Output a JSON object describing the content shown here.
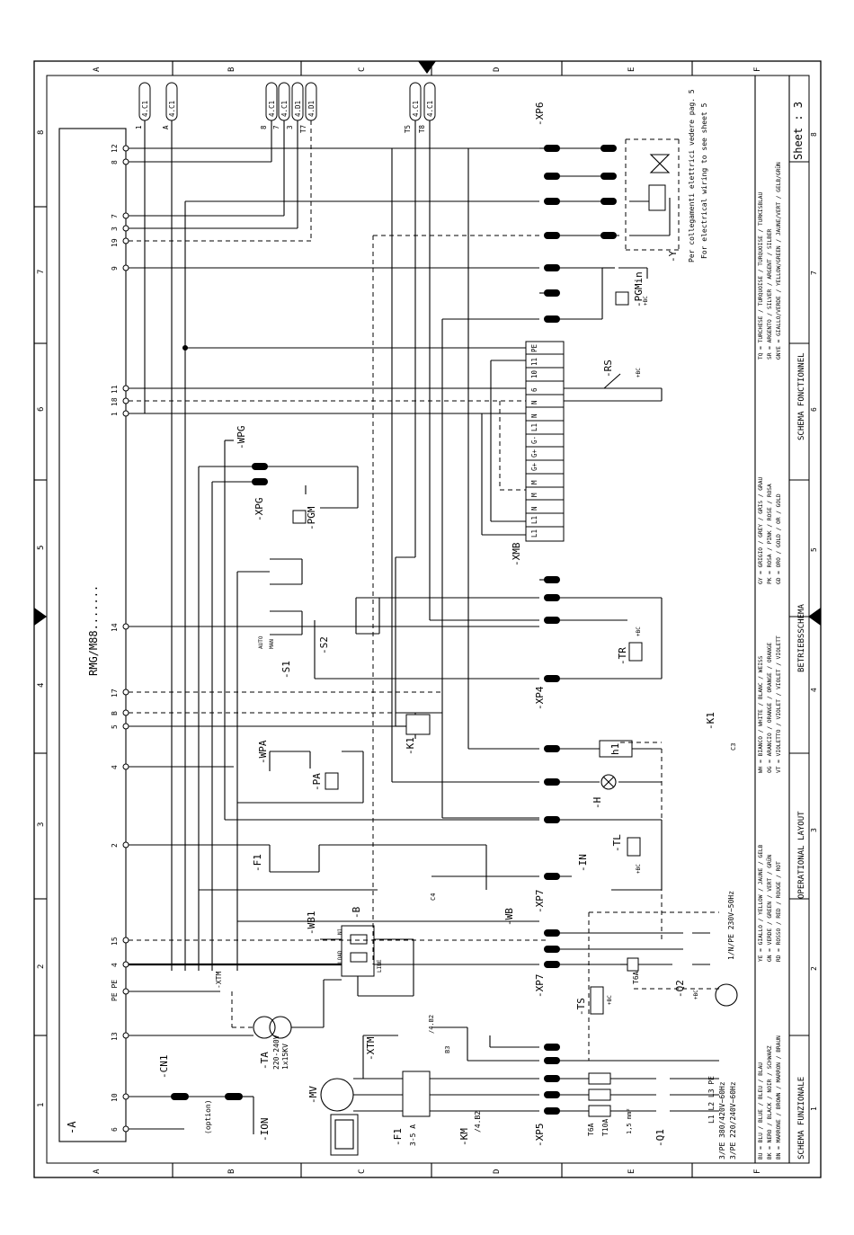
{
  "grid": {
    "columns_top": [
      "A",
      "B",
      "C",
      "D",
      "E",
      "F"
    ],
    "rows_side": [
      "8",
      "7",
      "6",
      "5",
      "4",
      "3",
      "2",
      "1"
    ]
  },
  "title_block": {
    "sheet": "Sheet : 3",
    "titles": [
      "SCHEMA FUNZIONALE",
      "OPERATIONAL LAYOUT",
      "BETRIEBSSCHEMA",
      "SCHEMA FONCTIONNEL"
    ],
    "col_numbers": [
      "1",
      "2",
      "3",
      "4",
      "5",
      "6",
      "7",
      "8"
    ]
  },
  "color_legend": [
    [
      "BU = BLU / BLUE / BLEU / BLAU",
      "BK = NERO / BLACK / NOIR / SCHWARZ",
      "BN = MARRONE / BROWN / MARRON / BRAUN"
    ],
    [
      "YE = GIALLO / YELLOW / JAUNE / GELB",
      "GN = VERDE / GREEN / VERT / GRÜN",
      "RD = ROSSO / RED / ROUGE / ROT"
    ],
    [
      "WH = BIANCO / WHITE / BLANC / WEISS",
      "OG = ARANCIO / ORANGE / ORANGE / ORANGE",
      "VT = VIOLETTO / VIOLET / VIOLET / VIOLETT"
    ],
    [
      "GY = GRIGIO / GREY / GRIS / GRAU",
      "PK = ROSA / PINK / ROSE / ROSA",
      "GD = ORO / GOLD / OR / GOLD"
    ],
    [
      "TQ = TURCHESE / TURQUOISE / TURQUOISE / TURKISBLAU",
      "SR = ARGENTO / SILVER / ARGENT / SILBER",
      "GNYE = GIALLO/VERDE / YELLOW/GREEN / JAUNE/VERT / GELB/GRÜN"
    ]
  ],
  "controller": {
    "name": "RMG/M88.......",
    "ref": "-A",
    "terminals": [
      "12",
      "8",
      "7",
      "3",
      "19",
      "9",
      "11",
      "18",
      "1",
      "14",
      "17",
      "B",
      "5",
      "4",
      "2",
      "15",
      "4",
      "PE PE",
      "13",
      "10",
      "6"
    ]
  },
  "connectors_top": [
    "4.C1",
    "4.C1",
    "4.C1",
    "4.C1",
    "4.D1",
    "4.D1",
    "4.C1",
    "4.C1"
  ],
  "connector_prefixes": [
    "1",
    "A",
    "8",
    "7",
    "3",
    "T7",
    "T5",
    "T8"
  ],
  "labels": {
    "xp6": "-XP6",
    "y": "-Y",
    "y_note_it": "Per collegamenti elettrici vedere pag. 5",
    "y_note_en": "For electrical wiring to see sheet 5",
    "pgmin": "-PGMin",
    "rs": "-RS",
    "xmb": "-XMB",
    "wpg": "-WPG",
    "xpg": "-XPG",
    "pgm": "-PGM",
    "s1": "-S1",
    "s2": "-S2",
    "tr": "-TR",
    "xp4": "-XP4",
    "k1": "-K1",
    "wpa": "-WPA",
    "pa": "-PA",
    "h": "-H",
    "h1": "h1",
    "f1a": "-F1",
    "tl": "-TL",
    "in": "-IN",
    "xp7": "-XP7",
    "wb1": "-WB1",
    "wb": "-WB",
    "b": "-B",
    "xtm": "-XTM",
    "ts": "-TS",
    "q2": "-Q2",
    "ta": "-TA",
    "ta_spec1": "220-240V",
    "ta_spec2": "1x15KV",
    "cn1": "-CN1",
    "ion": "-ION",
    "option": "(option)",
    "mv": "-MV",
    "f1": "-F1",
    "f1_rating": "3-5 A",
    "km": "-KM",
    "km_ref": "/4.B2",
    "xp5": "-XP5",
    "q1": "-Q1",
    "t6a": "T6A",
    "t10a": "T10A",
    "wire_size": "1,5 mm²",
    "supply1": "1/N/PE 230V~50Hz",
    "supply2": "3/PE 380/420V~60Hz",
    "supply3": "3/PE 220/240V~60Hz",
    "l123": "L1 L2 L3 PE",
    "auto": "AUTO",
    "man": "MAN",
    "bc": "+BC",
    "ref482": "/4.B2",
    "b3": "B3",
    "c3": "C3",
    "c4": "C4",
    "load": "LOAD",
    "line": "LINE",
    "n1": "N1"
  },
  "xmb_rows": [
    "PE",
    "11",
    "10",
    "6",
    "N",
    "N",
    "L1",
    "G-",
    "G+",
    "G+",
    "M",
    "M",
    "N",
    "L1",
    "L1"
  ]
}
